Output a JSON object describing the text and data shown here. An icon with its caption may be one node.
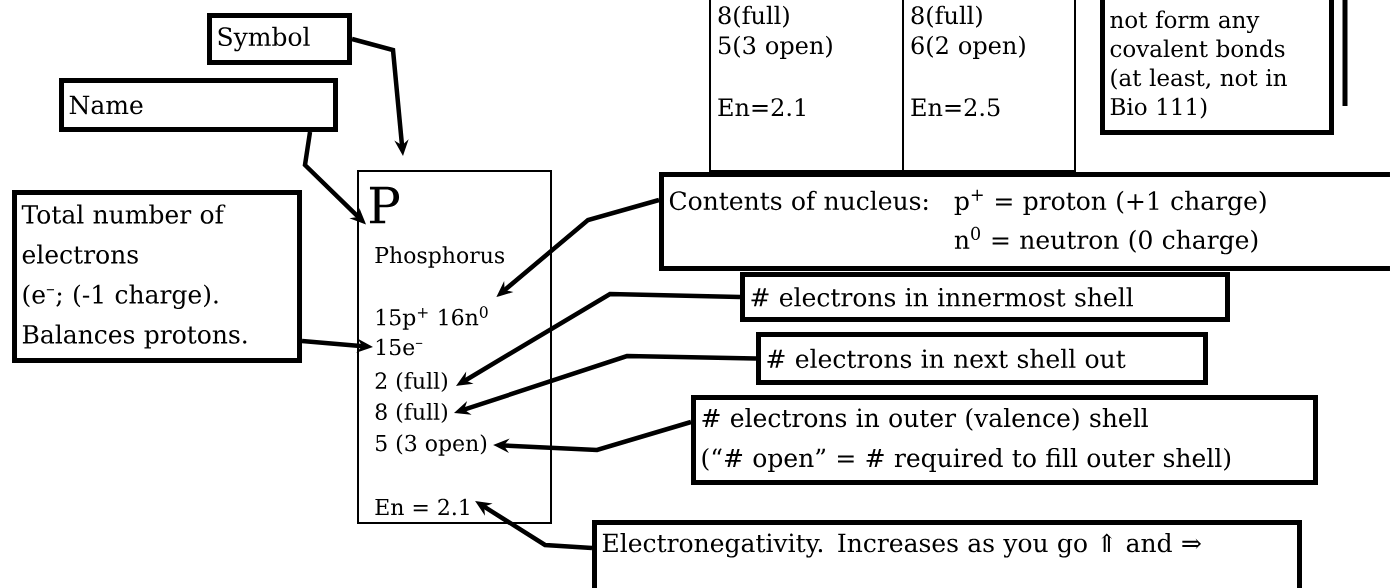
{
  "diagram": {
    "nodes": [
      {
        "text": [
          "Symbol"
        ]
      },
      {
        "text": [
          "Name"
        ]
      },
      {
        "text": [],
        "shape": "box"
      },
      {
        "text": [
          "P"
        ],
        "in": 2
      },
      {
        "text": [
          "Phosphorus"
        ],
        "in": 2
      },
      {
        "text": [
          "15p$^{+}$ 16n$^{0}$"
        ],
        "in": 2
      },
      {
        "text": [
          "15e$^{–}$"
        ],
        "in": 2
      },
      {
        "text": [
          "2 (full)"
        ],
        "in": 2
      },
      {
        "text": [
          "8 (full)"
        ],
        "in": 2
      },
      {
        "text": [
          "5 (3 open)"
        ],
        "in": 2
      },
      {
        "text": [
          "En = 2.1"
        ],
        "in": 2
      },
      {
        "text": [
          "Total number of electrons",
          "(e$^{–}$; (-1 charge).",
          "Balances protons."
        ]
      },
      {
        "text": [
          "Contents of nucleus:",
          "p$^{+}$ = proton (+1 charge)",
          "n$^{0}$ = neutron (0 charge)"
        ]
      },
      {
        "text": [
          "# electrons in innermost shell"
        ]
      },
      {
        "text": [
          "# electrons in next shell out"
        ]
      },
      {
        "text": [
          "# electrons in outer (valence) shell",
          "(“# open” = # required to fill outer shell)"
        ]
      },
      {
        "text": [
          "Electronegativity. Increases as you go ⇑ and ⇒"
        ]
      },
      {
        "text": [
          "8(full)",
          "5(3 open)",
          "En=2.1"
        ]
      },
      {
        "text": [
          "8(full)",
          "6(2 open)",
          "En=2.5"
        ]
      },
      {
        "text": [
          "not form any covalent bonds (at least, not in Bio 111)"
        ]
      }
    ],
    "edges": [
      {
        "from": 0,
        "to": 2,
        "arrow": "to"
      },
      {
        "from": 1,
        "to": 3,
        "arrow": "to"
      },
      {
        "from": 12,
        "to": 5,
        "arrow": "to"
      },
      {
        "from": 11,
        "to": 6,
        "arrow": "to"
      },
      {
        "from": 13,
        "to": 7,
        "arrow": "to"
      },
      {
        "from": 14,
        "to": 8,
        "arrow": "to"
      },
      {
        "from": 15,
        "to": 9,
        "arrow": "to"
      },
      {
        "from": 16,
        "to": 10,
        "arrow": "to"
      }
    ]
  }
}
